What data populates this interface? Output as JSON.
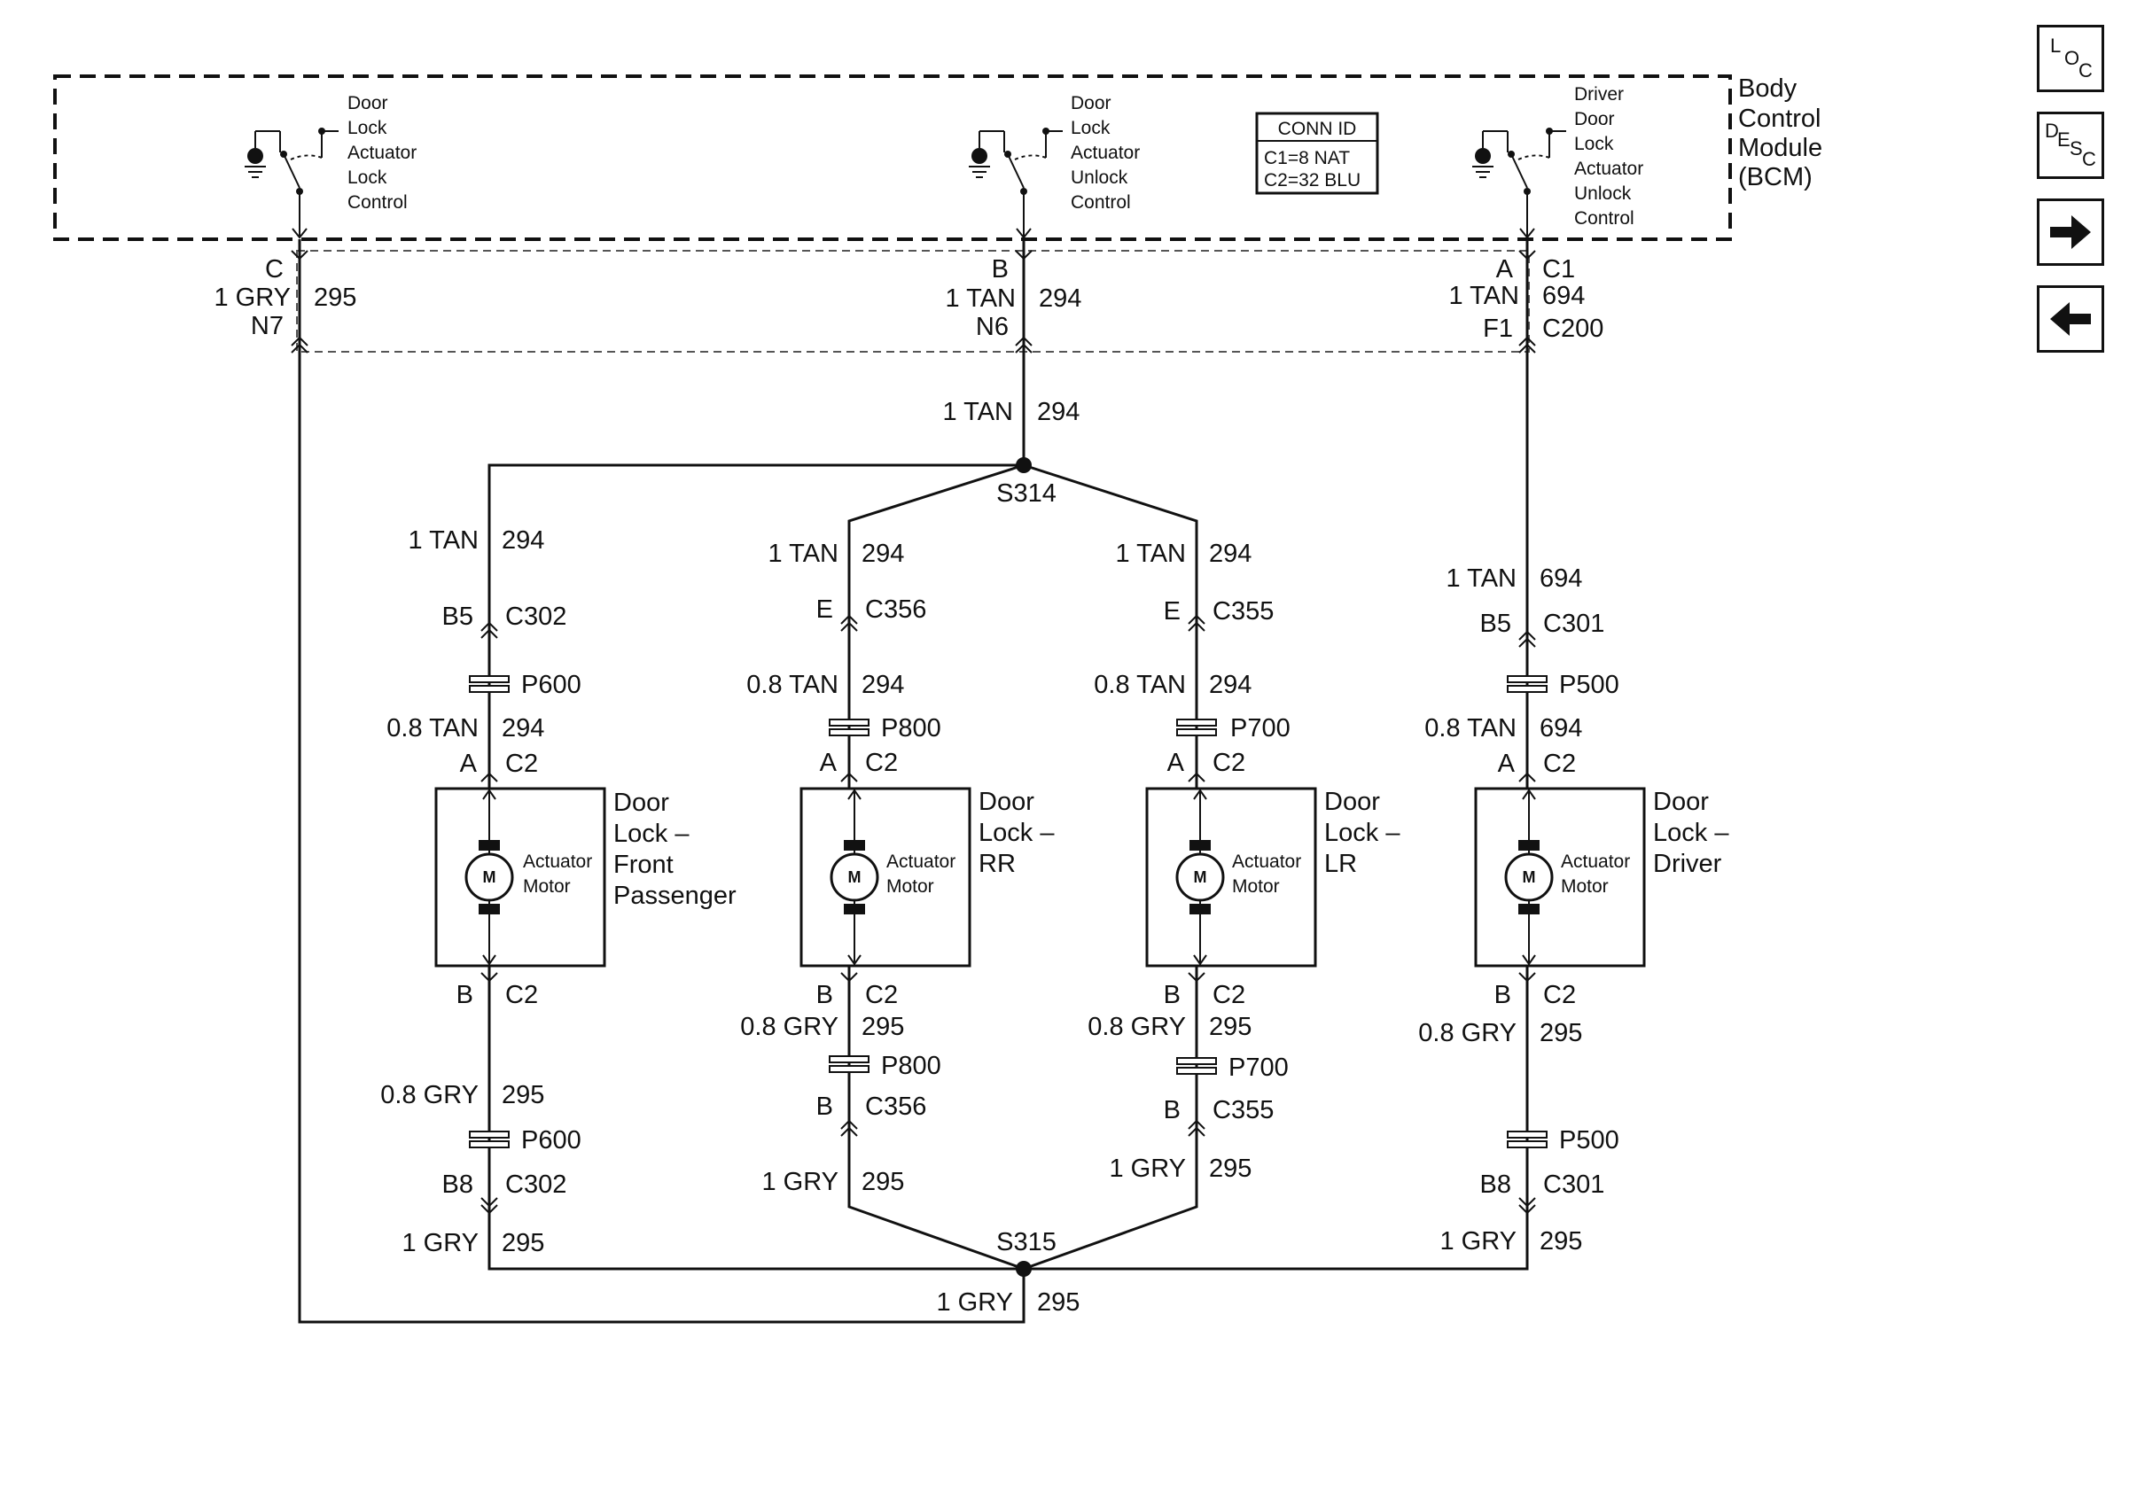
{
  "module": {
    "title_lines": [
      "Body",
      "Control",
      "Module",
      "(BCM)"
    ],
    "conn_id": {
      "title": "CONN ID",
      "lines": [
        "C1=8 NAT",
        "C2=32 BLU"
      ]
    },
    "switches": [
      {
        "label_lines": [
          "Door",
          "Lock",
          "Actuator",
          "Lock",
          "Control"
        ]
      },
      {
        "label_lines": [
          "Door",
          "Lock",
          "Actuator",
          "Unlock",
          "Control"
        ]
      },
      {
        "label_lines": [
          "Driver",
          "Door",
          "Lock",
          "Actuator",
          "Unlock",
          "Control"
        ]
      }
    ]
  },
  "top_connectors": [
    {
      "pin": "C",
      "wire": "1 GRY",
      "circuit": "295",
      "pin2": "N7",
      "conn2": ""
    },
    {
      "pin": "B",
      "wire": "1 TAN",
      "circuit": "294",
      "pin2": "N6",
      "conn2": ""
    },
    {
      "pin": "A",
      "conn1": "C1",
      "wire": "1 TAN",
      "circuit": "694",
      "pin2": "F1",
      "conn2": "C200"
    }
  ],
  "trunk": {
    "wire": "1 TAN",
    "circuit": "294"
  },
  "splices": {
    "top": "S314",
    "bottom": "S315"
  },
  "actuator": {
    "symbol": "M",
    "label_lines": [
      "Actuator",
      "Motor"
    ]
  },
  "doors": [
    {
      "name_lines": [
        "Door",
        "Lock –",
        "Front",
        "Passenger"
      ],
      "upper_wire": {
        "wire": "1 TAN",
        "circuit": "294"
      },
      "upper_conn": {
        "pin": "B5",
        "conn": "C302"
      },
      "upper_pass": "P600",
      "door_wire_a": {
        "wire": "0.8 TAN",
        "circuit": "294"
      },
      "pin_a": {
        "pin": "A",
        "conn": "C2"
      },
      "pin_b": {
        "pin": "B",
        "conn": "C2"
      },
      "door_wire_b": {
        "wire": "0.8 GRY",
        "circuit": "295"
      },
      "lower_pass": "P600",
      "lower_conn": {
        "pin": "B8",
        "conn": "C302"
      },
      "lower_wire": {
        "wire": "1 GRY",
        "circuit": "295"
      }
    },
    {
      "name_lines": [
        "Door",
        "Lock –",
        "RR"
      ],
      "upper_wire": {
        "wire": "1 TAN",
        "circuit": "294"
      },
      "upper_conn": {
        "pin": "E",
        "conn": "C356"
      },
      "door_wire_a": {
        "wire": "0.8 TAN",
        "circuit": "294"
      },
      "upper_pass": "P800",
      "pin_a": {
        "pin": "A",
        "conn": "C2"
      },
      "pin_b": {
        "pin": "B",
        "conn": "C2"
      },
      "door_wire_b": {
        "wire": "0.8 GRY",
        "circuit": "295"
      },
      "lower_pass": "P800",
      "lower_conn": {
        "pin": "B",
        "conn": "C356"
      },
      "lower_wire": {
        "wire": "1 GRY",
        "circuit": "295"
      }
    },
    {
      "name_lines": [
        "Door",
        "Lock –",
        "LR"
      ],
      "upper_wire": {
        "wire": "1 TAN",
        "circuit": "294"
      },
      "upper_conn": {
        "pin": "E",
        "conn": "C355"
      },
      "door_wire_a": {
        "wire": "0.8 TAN",
        "circuit": "294"
      },
      "upper_pass": "P700",
      "pin_a": {
        "pin": "A",
        "conn": "C2"
      },
      "pin_b": {
        "pin": "B",
        "conn": "C2"
      },
      "door_wire_b": {
        "wire": "0.8 GRY",
        "circuit": "295"
      },
      "lower_pass": "P700",
      "lower_conn": {
        "pin": "B",
        "conn": "C355"
      },
      "lower_wire": {
        "wire": "1 GRY",
        "circuit": "295"
      }
    },
    {
      "name_lines": [
        "Door",
        "Lock –",
        "Driver"
      ],
      "upper_wire": {
        "wire": "1 TAN",
        "circuit": "694"
      },
      "upper_conn": {
        "pin": "B5",
        "conn": "C301"
      },
      "upper_pass": "P500",
      "door_wire_a": {
        "wire": "0.8 TAN",
        "circuit": "694"
      },
      "pin_a": {
        "pin": "A",
        "conn": "C2"
      },
      "pin_b": {
        "pin": "B",
        "conn": "C2"
      },
      "door_wire_b": {
        "wire": "0.8 GRY",
        "circuit": "295"
      },
      "lower_pass": "P500",
      "lower_conn": {
        "pin": "B8",
        "conn": "C301"
      },
      "lower_wire": {
        "wire": "1 GRY",
        "circuit": "295"
      }
    }
  ],
  "return_wire": {
    "wire": "1 GRY",
    "circuit": "295"
  },
  "nav": {
    "loc": [
      "L",
      "O",
      "C"
    ],
    "desc": [
      "D",
      "E",
      "S",
      "C"
    ]
  }
}
